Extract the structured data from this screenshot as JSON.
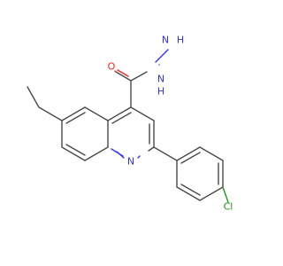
{
  "atoms": {
    "nh2_n": "N",
    "nh2_h2": "H",
    "nh_n": "N",
    "nh_h": "H",
    "carbonyl_o": "O",
    "ring_n": "N",
    "cl": "Cl"
  },
  "colors": {
    "bond": "#4a4a4a",
    "nitrogen": "#3030ff",
    "oxygen": "#ff2020",
    "chlorine": "#1a9a1a"
  }
}
